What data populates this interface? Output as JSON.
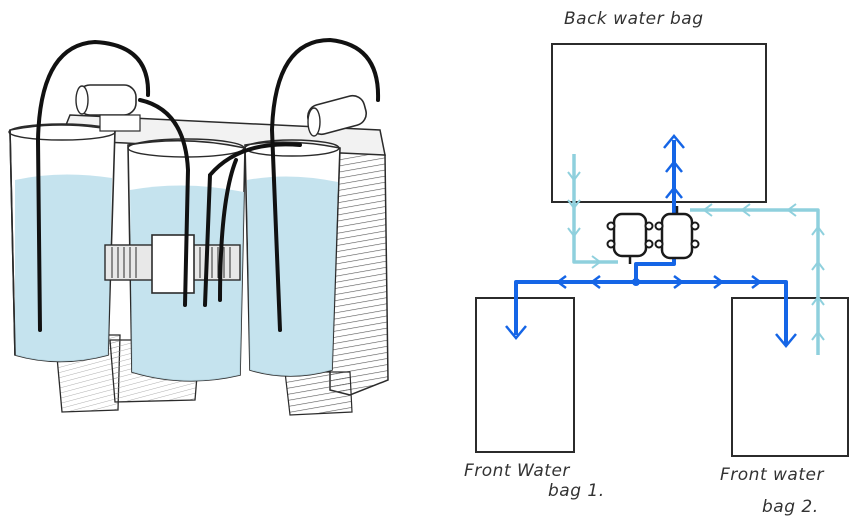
{
  "labels": {
    "back_bag": "Back water bag",
    "front_bag_1_line1": "Front Water",
    "front_bag_1_line2": "bag 1.",
    "front_bag_2_line1": "Front water",
    "front_bag_2_line2": "bag 2."
  },
  "colors": {
    "ink": "#2b2b2b",
    "water_fill": "#bfe0ec",
    "flow_out": "#1565e6",
    "flow_return": "#8fd0dd",
    "pump_fill": "#ffffff"
  },
  "icons": {
    "pump_left": "pump-icon",
    "pump_right": "pump-icon"
  }
}
